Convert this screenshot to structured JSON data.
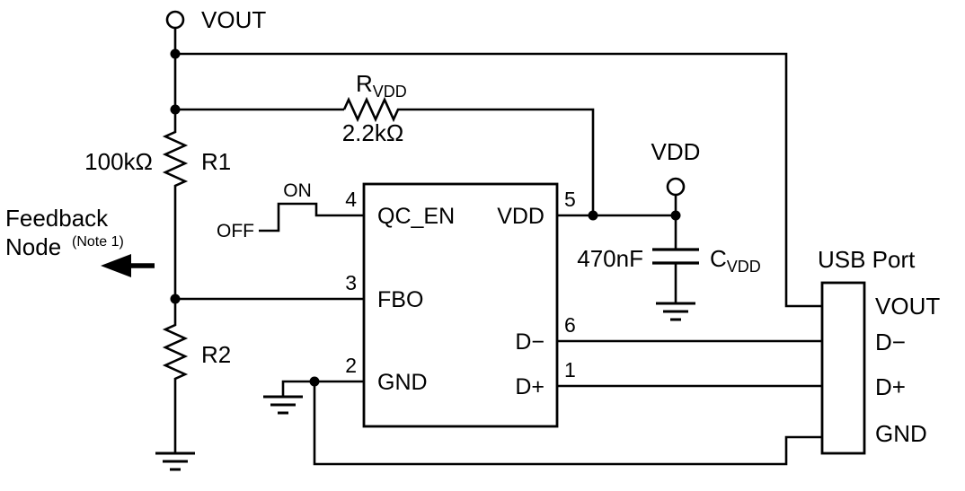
{
  "colors": {
    "line": "#000000",
    "background": "#ffffff",
    "text": "#000000"
  },
  "terminals": {
    "vout": "VOUT",
    "vdd": "VDD"
  },
  "feedback": {
    "line1": "Feedback",
    "line2": "Node",
    "note": "(Note 1)"
  },
  "resistors": {
    "r1": {
      "name": "R1",
      "value": "100kΩ"
    },
    "r2": {
      "name": "R2"
    },
    "rvdd": {
      "name_main": "R",
      "name_sub": "VDD",
      "value": "2.2kΩ"
    }
  },
  "capacitor": {
    "value": "470nF",
    "name_main": "C",
    "name_sub": "VDD"
  },
  "signal": {
    "off": "OFF",
    "on": "ON"
  },
  "ic": {
    "pins_left": [
      {
        "number": "4",
        "label": "QC_EN"
      },
      {
        "number": "3",
        "label": "FBO"
      },
      {
        "number": "2",
        "label": "GND"
      }
    ],
    "pins_right": [
      {
        "number": "5",
        "label": "VDD"
      },
      {
        "number": "6",
        "label": "D−"
      },
      {
        "number": "1",
        "label": "D+"
      }
    ]
  },
  "usb": {
    "title": "USB Port",
    "pins": [
      "VOUT",
      "D−",
      "D+",
      "GND"
    ]
  }
}
